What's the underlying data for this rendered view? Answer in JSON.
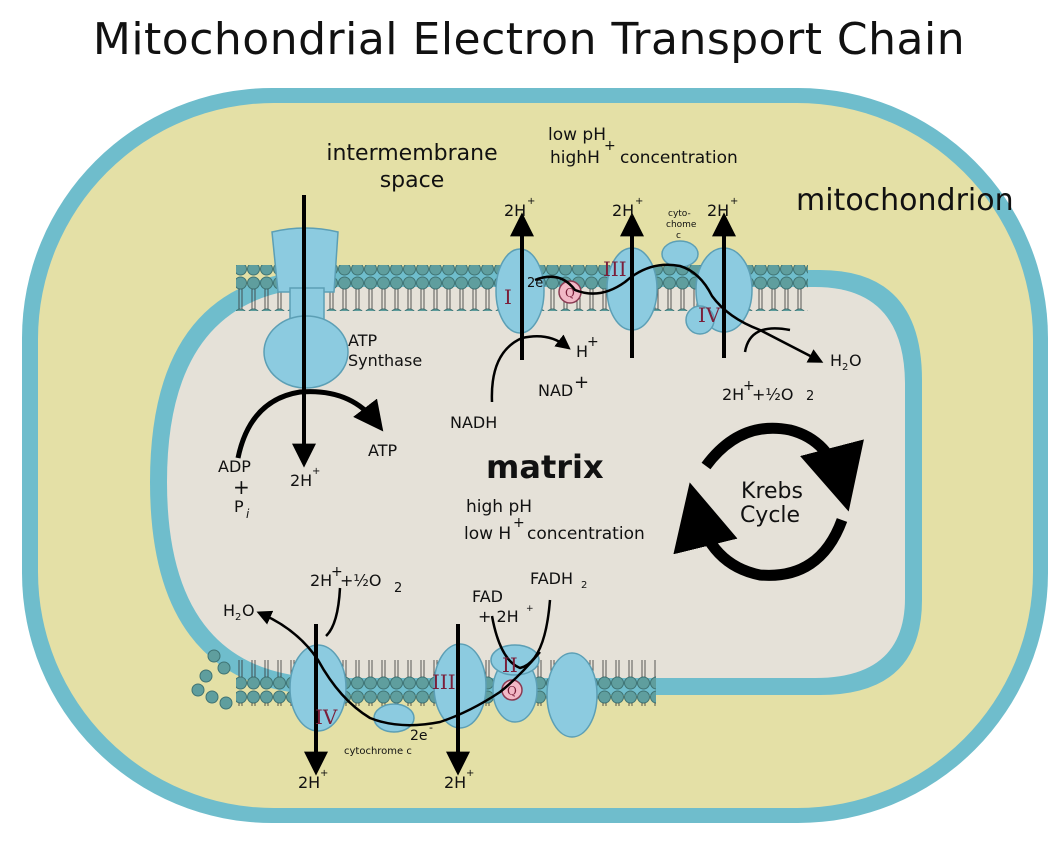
{
  "title": "Mitochondrial Electron Transport Chain",
  "labels": {
    "mitochondrion": "mitochondrion",
    "intermembrane_1": "intermembrane",
    "intermembrane_2": "space",
    "low_ph_1": "low pH",
    "low_ph_2a": "highH",
    "low_ph_2b": "concentration",
    "matrix": "matrix",
    "high_ph_1": "high pH",
    "high_ph_2a": "low H",
    "high_ph_2b": "concentration",
    "krebs_1": "Krebs",
    "krebs_2": "Cycle",
    "atp_synthase_1": "ATP",
    "atp_synthase_2": "Synthase",
    "atp": "ATP",
    "adp": "ADP",
    "plus": "+",
    "pi": "P",
    "pi_sub": "i",
    "two_h": "2H",
    "h": "H",
    "sup_plus": "+",
    "nadh": "NADH",
    "nad": "NAD",
    "h2o": "H",
    "h2o_sub": "2",
    "h2o_end": "O",
    "two_e": "2e",
    "sup_minus": "-",
    "half_o2_a": "+½O",
    "half_o2_sub": "2",
    "fad_1": "FAD",
    "fad_2": "+ 2H",
    "fadh2": "FADH",
    "fadh2_sub": "2",
    "cyto_1": "cyto-",
    "cyto_2": "chome",
    "cyto_3": "c",
    "cytochrome_c": "cytochrome c",
    "complex_I": "I",
    "complex_II": "II",
    "complex_III": "III",
    "complex_IV": "IV",
    "q": "Q"
  },
  "colors": {
    "outer_membrane": "#6fbdcc",
    "intermembrane": "#e4e0a6",
    "matrix": "#e5e1d8",
    "protein": "#8ccbe0",
    "lipid_head": "#5f9e9e",
    "ubiquinone": "#f2b8c6",
    "roman": "#7a1f3a"
  }
}
